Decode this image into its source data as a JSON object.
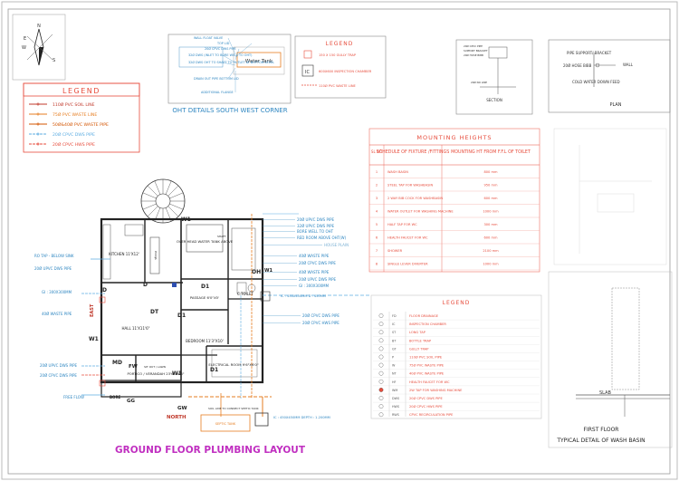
{
  "compass": {
    "n": "N",
    "e": "E",
    "s": "S",
    "w": "W"
  },
  "legend_main": {
    "title": "LEGEND",
    "items": [
      {
        "label": "110Ø PVC SOIL LINE",
        "color": "#c0392b"
      },
      {
        "label": "75Ø PVC WASTE LINE",
        "color": "#e67e22"
      },
      {
        "label": "50Ø&40Ø PVC WASTE PIPE",
        "color": "#d35400"
      },
      {
        "label": "20Ø CPVC DWS PIPE",
        "color": "#5dade2"
      },
      {
        "label": "20Ø CPVC HWS PIPE",
        "color": "#e74c3c"
      }
    ]
  },
  "oht": {
    "title": "OHT DETAILS SOUTH WEST CORNER",
    "tank_label": "Water Tank",
    "notes": [
      "WALL FLOAT VALVE",
      "TOP LID",
      "20Ø CPVC DWS PIPE",
      "32Ø DWS (INLET TO BORE WELL TO OHT)",
      "32Ø DWS OHT TO SHAFT TO OUTLET AT BOTTOM LEVEL",
      "DRAIN OUT PIPE BOTTOM LID",
      "ADDITIONAL FLANGE"
    ]
  },
  "legend_small": {
    "title": "LEGEND",
    "items": [
      "150 X 150 GULLY TRAP",
      "600X600 INSPECTION CHAMBER",
      "110Ø PVC WASTE LINE"
    ]
  },
  "section": {
    "title": "SECTION"
  },
  "plan": {
    "title": "PLAN",
    "labels": [
      "PIPE SUPPORT/ BRACKET",
      "20Ø HOSE BIBB",
      "WALL",
      "COLD WATER DOWN FEED"
    ]
  },
  "mounting": {
    "title": "MOUNTING HEIGHTS",
    "headers": [
      "SL NO",
      "SCHEDULE OF FIXTURE /FITTINGS",
      "MOUNTING HT FROM F.F.L OF TOILET"
    ],
    "rows": [
      [
        "1",
        "WASH BASIN",
        "800 mm"
      ],
      [
        "2",
        "STEEL TAP FOR WASHBASIN",
        "950 mm"
      ],
      [
        "3",
        "2 WAY BIB COCK FOR WASHBASIN",
        "600 mm"
      ],
      [
        "4",
        "WATER OUTLET FOR WASHING MACHINE",
        "1000 mm"
      ],
      [
        "5",
        "HALF TAP FOR WC",
        "300 mm"
      ],
      [
        "6",
        "HEALTH FAUCET FOR WC",
        "600 mm"
      ],
      [
        "7",
        "SHOWER",
        "2100 mm"
      ],
      [
        "8",
        "SINGLE LEVER DIVERTER",
        "1000 mm"
      ]
    ]
  },
  "legend_right": {
    "title": "LEGEND",
    "rows": [
      [
        "FD",
        "FLOOR DRAINAGE"
      ],
      [
        "IC",
        "INSPECTION CHAMBER"
      ],
      [
        "ST",
        "LONG TAP"
      ],
      [
        "BT",
        "BOTTLE TRAP"
      ],
      [
        "GT",
        "GULLY TRAP"
      ],
      [
        "P",
        "110Ø PVC SOIL PIPE"
      ],
      [
        "W",
        "75Ø PVC WASTE PIPE"
      ],
      [
        "NT",
        "40Ø PVC WASTE PIPE"
      ],
      [
        "HF",
        "HEALTH FAUCET FOR WC"
      ],
      [
        "WM",
        "2W TAP FOR WASHING MACHINE"
      ],
      [
        "DWS",
        "20Ø CPVC DWS PIPE"
      ],
      [
        "HWS",
        "20Ø CPVC HWS PIPE"
      ],
      [
        "RWS",
        "CPVC RECIRCULATION PIPE"
      ]
    ]
  },
  "detail": {
    "slab": "SLAB",
    "caption1": "FIRST FLOOR",
    "caption2": "TYPICAL DETAIL OF  WASH BASIN"
  },
  "floor": {
    "title": "GROUND  FLOOR PLUMBING LAYOUT",
    "rooms": {
      "kitchen": "KITCHEN 11'X12'",
      "hall": "HALL 11'X11'6\"",
      "bedroom": "BEDROOM 11'3\"X10'",
      "passage": "PASSAGE 6'0\"X5'",
      "ctoilet": "C.TOILET",
      "sitout": "SIT OUT / LAWN",
      "porch": "PORTICO / VERANDAH 23'6\"X6'6\"",
      "electrical": "ELECTRICAL ROOM 9'6\"X6'0\"",
      "ohr": "OVER HEAD WATER TANK ABOVE",
      "shaft": "SHAFT",
      "pooja": "POOJA"
    },
    "doors": [
      "W1",
      "W1",
      "W1",
      "D",
      "D",
      "DT",
      "D1",
      "D1",
      "D1",
      "MD",
      "FW",
      "GG",
      "OH",
      "W1",
      "BORE",
      "GW"
    ],
    "north": "NORTH",
    "east": "EAST",
    "septic": "SEPTIC TANK",
    "soil_line": "SOIL LINE TO CONNECT SEPTIC TANK",
    "ic_box": "IC : 450X450MM DEPTH : 1.200MM",
    "ic_box2": "IC : 450X450MM D : 450MM",
    "callouts_left": [
      "RO TAP - BELOW SINK",
      "20Ø UPVC DWS PIPE",
      "GI : 300X300MM",
      "40Ø WASTE PIPE",
      "20Ø UPVC DWS PIPE",
      "20Ø CPVC DWS PIPE",
      "FREE FLOW"
    ],
    "callouts_right": [
      "20Ø UPVC DWS PIPE",
      "32Ø UPVC DWS PIPE",
      "BORE WELL TO OHT",
      "RED ROOM ABOVE OHT(W)",
      "HOUSE PLAIN",
      "40Ø WASTE PIPE",
      "20Ø CPVC DWS PIPE",
      "40Ø WASTE PIPE",
      "20Ø UPVC DWS PIPE",
      "GI : 300X300MM",
      "20Ø CPVC DWS PIPE",
      "20Ø CPVC HWS PIPE"
    ]
  }
}
